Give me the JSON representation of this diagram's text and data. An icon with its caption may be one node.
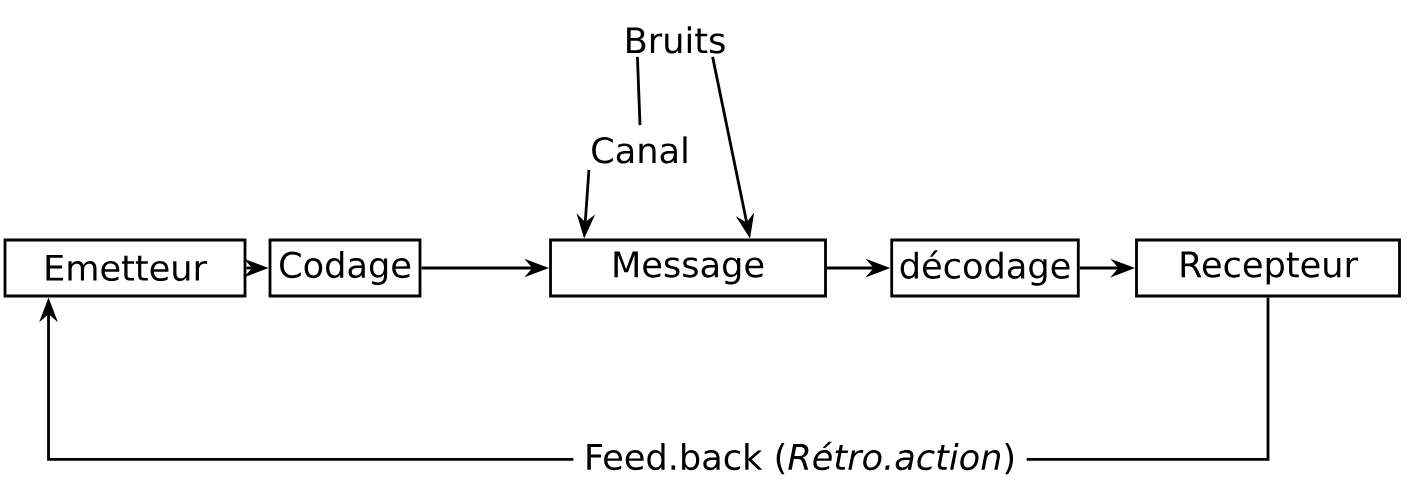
{
  "diagram": {
    "nodes": [
      {
        "text": [
          "Emetteur"
        ]
      },
      {
        "text": [
          "Codage"
        ]
      },
      {
        "text": [
          "Message"
        ]
      },
      {
        "text": [
          "décodage"
        ]
      },
      {
        "text": [
          "Recepteur"
        ]
      },
      {
        "text": [
          "Bruits"
        ]
      },
      {
        "text": [
          "Canal"
        ]
      }
    ],
    "edges": [
      {
        "from": 0,
        "to": 1,
        "arrow": "to"
      },
      {
        "from": 1,
        "to": 2,
        "arrow": "to"
      },
      {
        "from": 2,
        "to": 3,
        "arrow": "to"
      },
      {
        "from": 3,
        "to": 4,
        "arrow": "to"
      },
      {
        "from": 4,
        "to": 0,
        "arrow": "to",
        "label": "Feed.back (*Rétro.action*)"
      },
      {
        "from": 5,
        "to": 6,
        "arrow": "none"
      },
      {
        "from": 5,
        "to": 2,
        "arrow": "to"
      },
      {
        "from": 6,
        "to": 2,
        "arrow": "to"
      }
    ]
  }
}
